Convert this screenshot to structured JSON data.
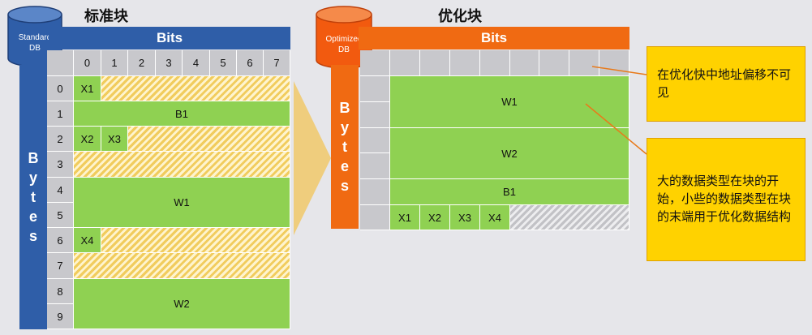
{
  "left": {
    "title": "标准块",
    "db_label": [
      "Standard",
      "DB"
    ],
    "bits_label": "Bits",
    "bytes_letters": [
      "B",
      "y",
      "t",
      "e",
      "s"
    ],
    "bit_headers": [
      "0",
      "1",
      "2",
      "3",
      "4",
      "5",
      "6",
      "7"
    ],
    "byte_headers": [
      "0",
      "1",
      "2",
      "3",
      "4",
      "5",
      "6",
      "7",
      "8",
      "9"
    ],
    "labels": {
      "x1": "X1",
      "b1": "B1",
      "x2": "X2",
      "x3": "X3",
      "w1": "W1",
      "x4": "X4",
      "w2": "W2"
    }
  },
  "right": {
    "title": "优化块",
    "db_label": [
      "Optimized",
      "DB"
    ],
    "bits_label": "Bits",
    "bytes_letters": [
      "B",
      "y",
      "t",
      "e",
      "s"
    ],
    "labels": {
      "w1": "W1",
      "w2": "W2",
      "b1": "B1",
      "x1": "X1",
      "x2": "X2",
      "x3": "X3",
      "x4": "X4"
    }
  },
  "notes": {
    "note1": "在优化快中地址偏移不可见",
    "note2": "大的数据类型在块的开始，小些的数据类型在块的末端用于优化数据结构"
  },
  "colors": {
    "standard_blue": "#2f5ea8",
    "optimized_orange": "#f06a12",
    "data_green": "#8fd152",
    "note_yellow": "#ffd200"
  }
}
